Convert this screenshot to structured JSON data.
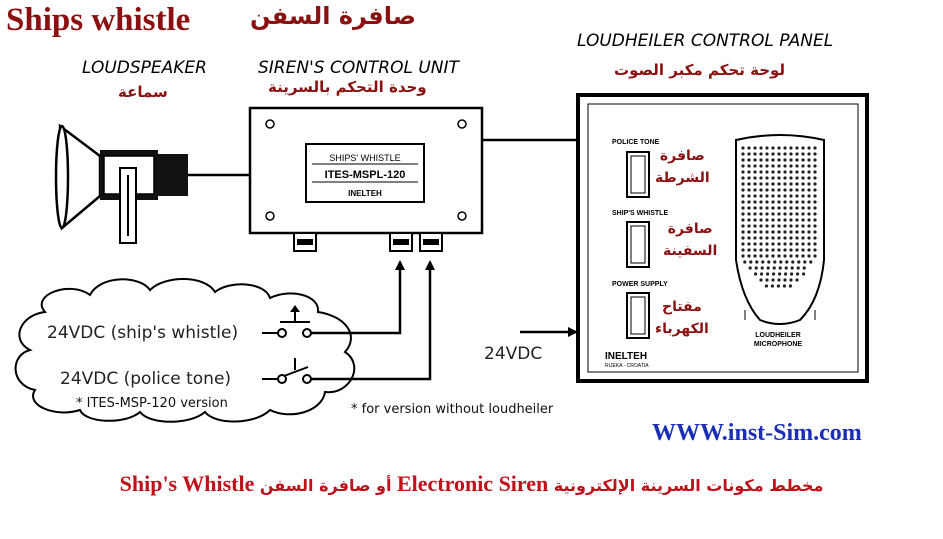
{
  "title": {
    "english": "Ships whistle",
    "arabic": "صافرة السفن"
  },
  "loudspeaker": {
    "label": "LOUDSPEAKER",
    "arabic": "سماعة"
  },
  "control_unit": {
    "label": "SIREN'S CONTROL UNIT",
    "arabic": "وحدة التحكم بالسرينة",
    "plate_line1": "SHIPS' WHISTLE",
    "plate_line2": "ITES-MSPL-120",
    "plate_line3": "INELTEH"
  },
  "panel": {
    "label": "LOUDHEILER CONTROL PANEL",
    "arabic": "لوحة تحكم مكبر الصوت",
    "switches": [
      {
        "label": "POLICE TONE",
        "arabic_line1": "صافرة",
        "arabic_line2": "الشرطة"
      },
      {
        "label": "SHIP'S WHISTLE",
        "arabic_line1": "صافرة",
        "arabic_line2": "السفينة"
      },
      {
        "label": "POWER SUPPLY",
        "arabic_line1": "مفتاح",
        "arabic_line2": "الكهرباء"
      }
    ],
    "microphone_label_line1": "LOUDHEILER",
    "microphone_label_line2": "MICROPHONE",
    "brand": "INELTEH",
    "brand_sub": "RIJEKA - CROATIA"
  },
  "inputs": {
    "ship_whistle": "24VDC (ship's whistle)",
    "police_tone": "24VDC (police tone)",
    "version_note": "* ITES-MSP-120 version",
    "panel_supply": "24VDC",
    "loudheiler_note": "* for version without loudheiler"
  },
  "website": "WWW.inst-Sim.com",
  "footer": {
    "arabic_prefix": "مخطط مكونات السرينة الإلكترونية",
    "english_siren": "Electronic Siren",
    "arabic_mid": "أو صافرة السفن",
    "english_whistle": "Ship's Whistle"
  },
  "colors": {
    "title_red": "#8b1010",
    "website_blue": "#1b2eb8",
    "footer_red": "#c0101a"
  }
}
